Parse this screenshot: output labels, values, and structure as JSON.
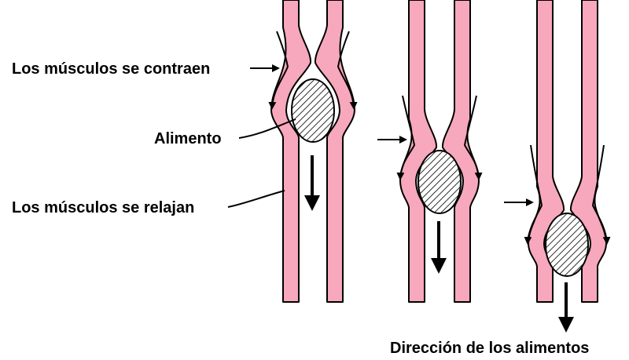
{
  "labels": {
    "contract": "Los músculos se contraen",
    "food": "Alimento",
    "relax": "Los músculos se relajan",
    "direction": "Dirección de los alimentos"
  },
  "colors": {
    "wall": "#f7a8bc",
    "outline": "#000000",
    "bolus_hatch": "#000000",
    "bolus_fill": "#ffffff"
  }
}
